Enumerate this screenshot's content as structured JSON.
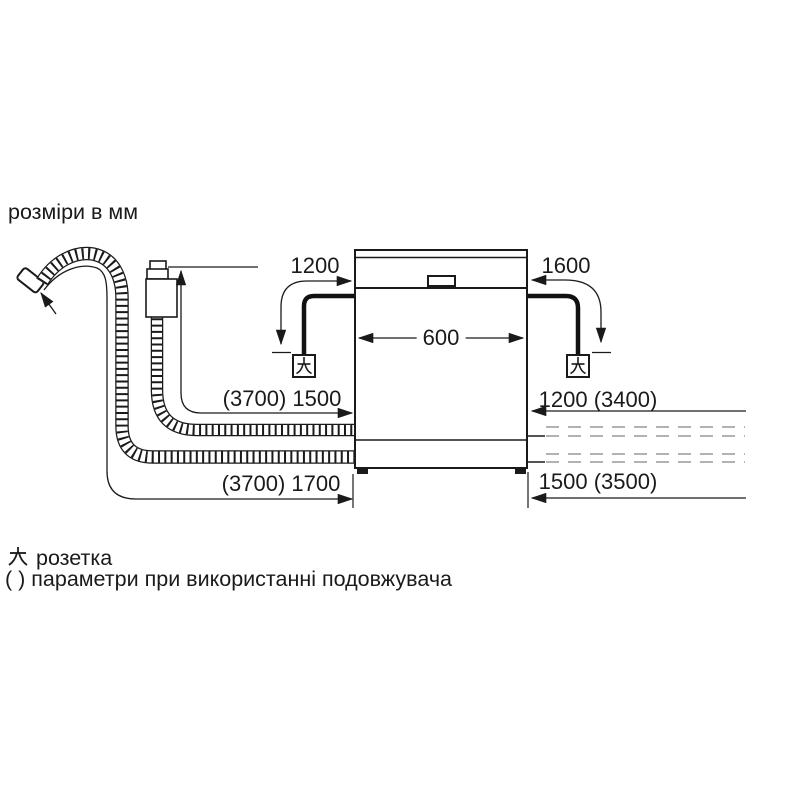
{
  "title": "розміри в мм",
  "dims": {
    "cable_left": "1200",
    "cable_right": "1600",
    "appliance_width": "600",
    "supply_hose_left": "(3700) 1500",
    "hoses_right_upper": "1200 (3400)",
    "drain_hose_left": "(3700) 1700",
    "hoses_right_lower": "1500 (3500)"
  },
  "legend": {
    "socket_label": "розетка",
    "parentheses_note": "( ) параметри при використанні подовжувача"
  },
  "colors": {
    "line": "#1a1a1a",
    "dash": "#999999",
    "background": "#ffffff"
  }
}
